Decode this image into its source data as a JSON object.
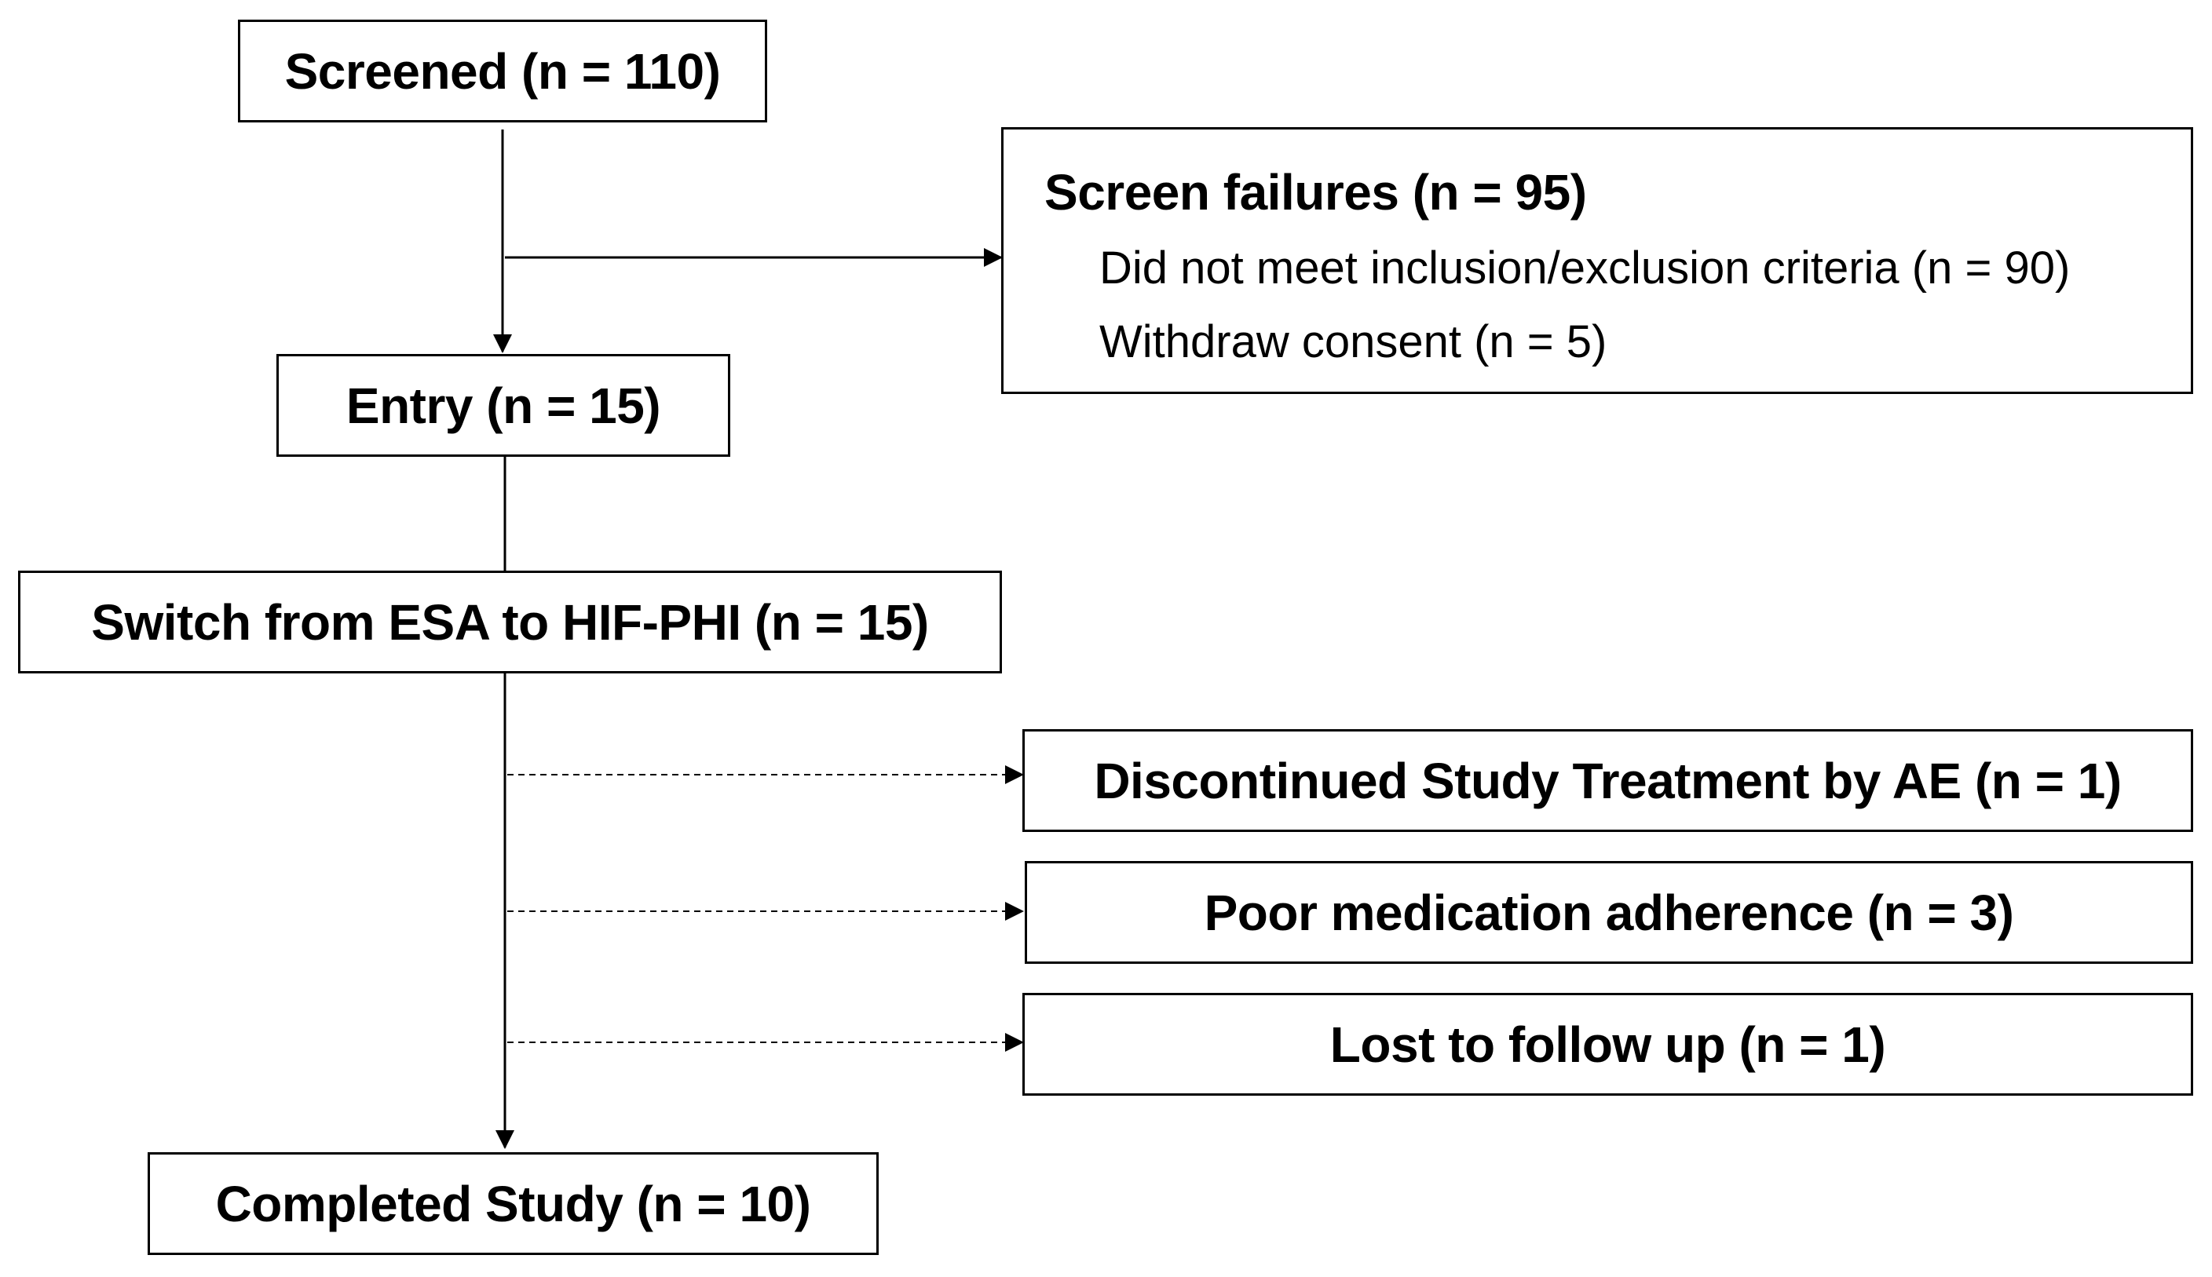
{
  "flowchart": {
    "screened": "Screened (n = 110)",
    "screen_failures": {
      "title": "Screen failures (n = 95)",
      "reasons": [
        "Did not meet inclusion/exclusion criteria (n = 90)",
        "Withdraw consent (n = 5)"
      ]
    },
    "entry": "Entry (n = 15)",
    "switch": "Switch from ESA to HIF-PHI (n = 15)",
    "discontinued": "Discontinued Study Treatment by AE (n = 1)",
    "poor_adherence": "Poor medication adherence (n = 3)",
    "lost_follow_up": "Lost to follow up (n = 1)",
    "completed": "Completed Study (n = 10)"
  },
  "colors": {
    "line": "#000000",
    "background": "#ffffff"
  }
}
